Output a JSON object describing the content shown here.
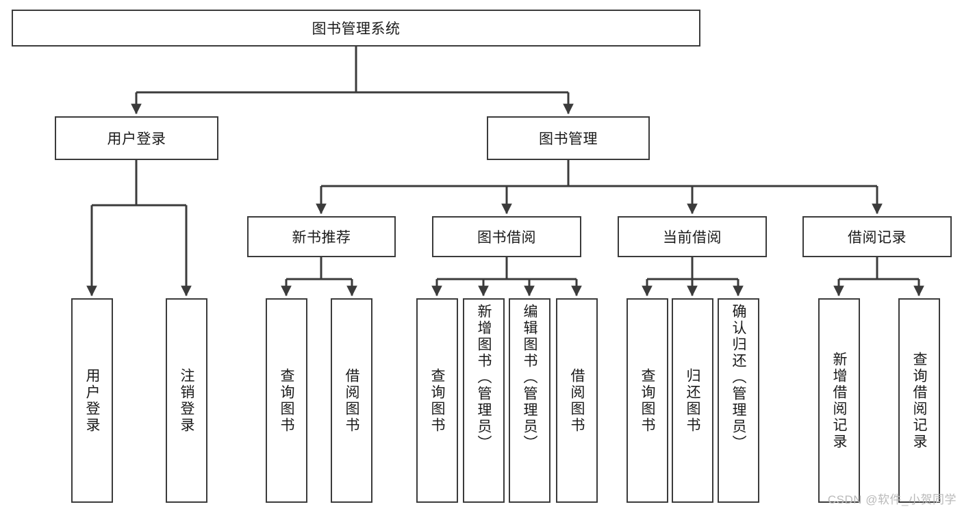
{
  "diagram": {
    "title": "图书管理系统",
    "type": "tree",
    "colors": {
      "background": "#ffffff",
      "node_border": "#3b3b3b",
      "node_fill": "#ffffff",
      "edge": "#3b3b3b",
      "text": "#1a1a1a",
      "watermark": "#b9b9b9"
    },
    "root": {
      "label": "图书管理系统"
    },
    "level2": [
      {
        "label": "用户登录"
      },
      {
        "label": "图书管理"
      }
    ],
    "level3": [
      {
        "label": "新书推荐"
      },
      {
        "label": "图书借阅"
      },
      {
        "label": "当前借阅"
      },
      {
        "label": "借阅记录"
      }
    ],
    "leaves": {
      "user_login": [
        {
          "label": "用户登录"
        },
        {
          "label": "注销登录"
        }
      ],
      "new_book_recommend": [
        {
          "label": "查询图书"
        },
        {
          "label": "借阅图书"
        }
      ],
      "book_borrow": [
        {
          "label": "查询图书"
        },
        {
          "label": "新增图书（管理员）"
        },
        {
          "label": "编辑图书（管理员）"
        },
        {
          "label": "借阅图书"
        }
      ],
      "current_borrow": [
        {
          "label": "查询图书"
        },
        {
          "label": "归还图书"
        },
        {
          "label": "确认归还（管理员）"
        }
      ],
      "borrow_record": [
        {
          "label": "新增借阅记录"
        },
        {
          "label": "查询借阅记录"
        }
      ]
    }
  },
  "watermark": {
    "text": "CSDN @软件_小贺同学"
  }
}
